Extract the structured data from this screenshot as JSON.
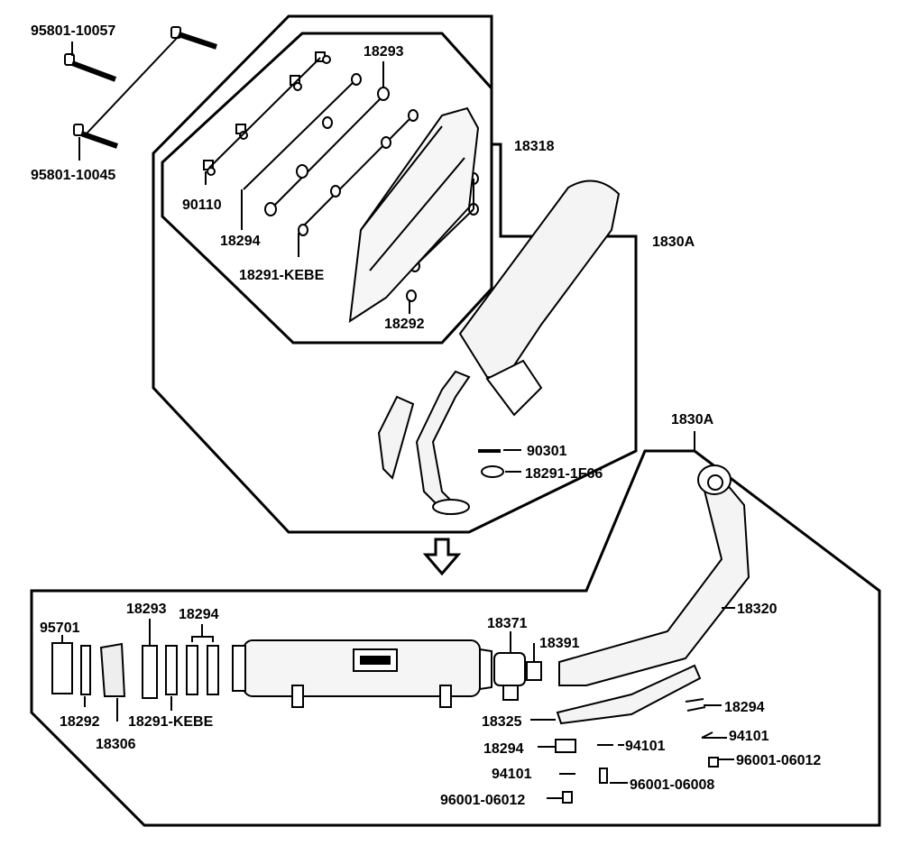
{
  "labels": {
    "p95801_10057": "95801-10057",
    "p95801_10045": "95801-10045",
    "p18293_top": "18293",
    "p18318": "18318",
    "p90110": "90110",
    "p18294_top": "18294",
    "p18291_kebe_top": "18291-KEBE",
    "p18292_top": "18292",
    "p1830a_top": "1830A",
    "p1830a_mid": "1830A",
    "p90301": "90301",
    "p18291_1f66": "18291-1F66",
    "p95701": "95701",
    "p18293_bot": "18293",
    "p18294_bot": "18294",
    "p18292_bot": "18292",
    "p18291_kebe_bot": "18291-KEBE",
    "p18306": "18306",
    "p18371": "18371",
    "p18391": "18391",
    "p18320": "18320",
    "p18294_right": "18294",
    "p18325": "18325",
    "p94101_right": "94101",
    "p18294_left": "18294",
    "p94101_mid": "94101",
    "p96001_06012_right": "96001-06012",
    "p94101_low": "94101",
    "p96001_06008": "96001-06008",
    "p96001_06012_low": "96001-06012"
  },
  "colors": {
    "line": "#000000",
    "background": "#ffffff",
    "fill_light": "#f2f2f2"
  },
  "icons": {
    "direction_arrow": "down-arrow-icon"
  }
}
